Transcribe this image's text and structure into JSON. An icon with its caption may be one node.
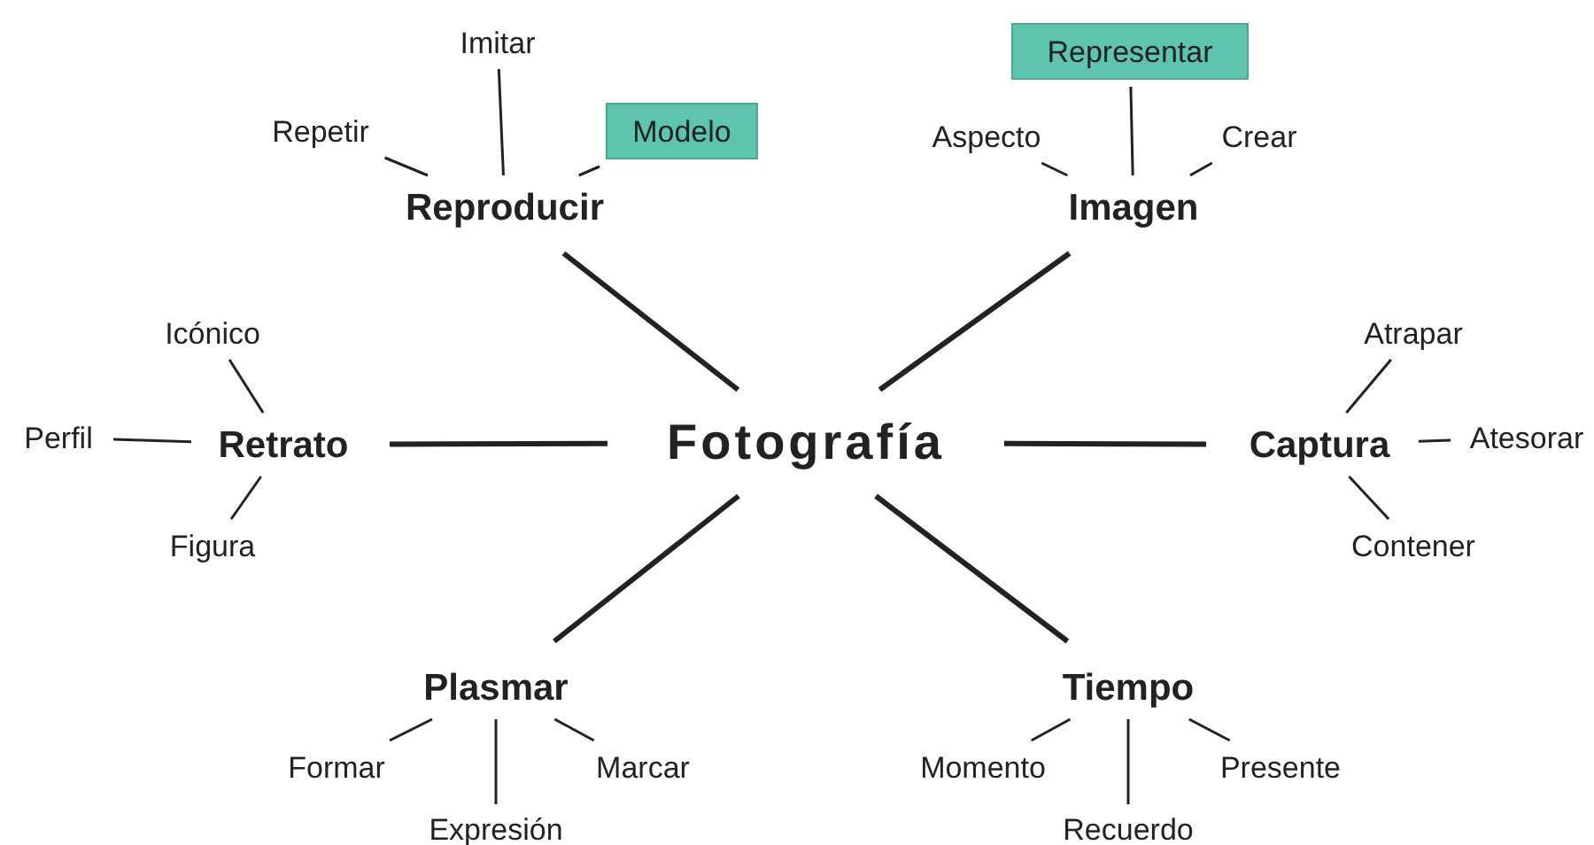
{
  "diagram": {
    "nodes": [
      {
        "text": [
          "Fotografía"
        ]
      },
      {
        "text": [
          "Reproducir"
        ]
      },
      {
        "text": [
          "Repetir"
        ]
      },
      {
        "text": [
          "Imitar"
        ]
      },
      {
        "text": [
          "Modelo"
        ]
      },
      {
        "text": [
          "Imagen"
        ]
      },
      {
        "text": [
          "Aspecto"
        ]
      },
      {
        "text": [
          "Representar"
        ]
      },
      {
        "text": [
          "Crear"
        ]
      },
      {
        "text": [
          "Retrato"
        ]
      },
      {
        "text": [
          "Icónico"
        ]
      },
      {
        "text": [
          "Perfil"
        ]
      },
      {
        "text": [
          "Figura"
        ]
      },
      {
        "text": [
          "Captura"
        ]
      },
      {
        "text": [
          "Atrapar"
        ]
      },
      {
        "text": [
          "Atesorar"
        ]
      },
      {
        "text": [
          "Contener"
        ]
      },
      {
        "text": [
          "Plasmar"
        ]
      },
      {
        "text": [
          "Formar"
        ]
      },
      {
        "text": [
          "Expresión"
        ]
      },
      {
        "text": [
          "Marcar"
        ]
      },
      {
        "text": [
          "Tiempo"
        ]
      },
      {
        "text": [
          "Momento"
        ]
      },
      {
        "text": [
          "Recuerdo"
        ]
      },
      {
        "text": [
          "Presente"
        ]
      }
    ],
    "edges": [
      {
        "from": 0,
        "to": 1,
        "arrow": "none",
        "style": "thick"
      },
      {
        "from": 0,
        "to": 5,
        "arrow": "none",
        "style": "thick"
      },
      {
        "from": 0,
        "to": 9,
        "arrow": "none",
        "style": "thick"
      },
      {
        "from": 0,
        "to": 13,
        "arrow": "none",
        "style": "thick"
      },
      {
        "from": 0,
        "to": 17,
        "arrow": "none",
        "style": "thick"
      },
      {
        "from": 0,
        "to": 21,
        "arrow": "none",
        "style": "thick"
      },
      {
        "from": 1,
        "to": 2,
        "arrow": "none"
      },
      {
        "from": 1,
        "to": 3,
        "arrow": "none"
      },
      {
        "from": 1,
        "to": 4,
        "arrow": "none"
      },
      {
        "from": 5,
        "to": 6,
        "arrow": "none"
      },
      {
        "from": 5,
        "to": 7,
        "arrow": "none"
      },
      {
        "from": 5,
        "to": 8,
        "arrow": "none"
      },
      {
        "from": 9,
        "to": 10,
        "arrow": "none"
      },
      {
        "from": 9,
        "to": 11,
        "arrow": "none"
      },
      {
        "from": 9,
        "to": 12,
        "arrow": "none"
      },
      {
        "from": 13,
        "to": 14,
        "arrow": "none"
      },
      {
        "from": 13,
        "to": 15,
        "arrow": "none"
      },
      {
        "from": 13,
        "to": 16,
        "arrow": "none"
      },
      {
        "from": 17,
        "to": 18,
        "arrow": "none"
      },
      {
        "from": 17,
        "to": 19,
        "arrow": "none"
      },
      {
        "from": 17,
        "to": 20,
        "arrow": "none"
      },
      {
        "from": 21,
        "to": 22,
        "arrow": "none"
      },
      {
        "from": 21,
        "to": 23,
        "arrow": "none"
      },
      {
        "from": 21,
        "to": 24,
        "arrow": "none"
      }
    ]
  }
}
